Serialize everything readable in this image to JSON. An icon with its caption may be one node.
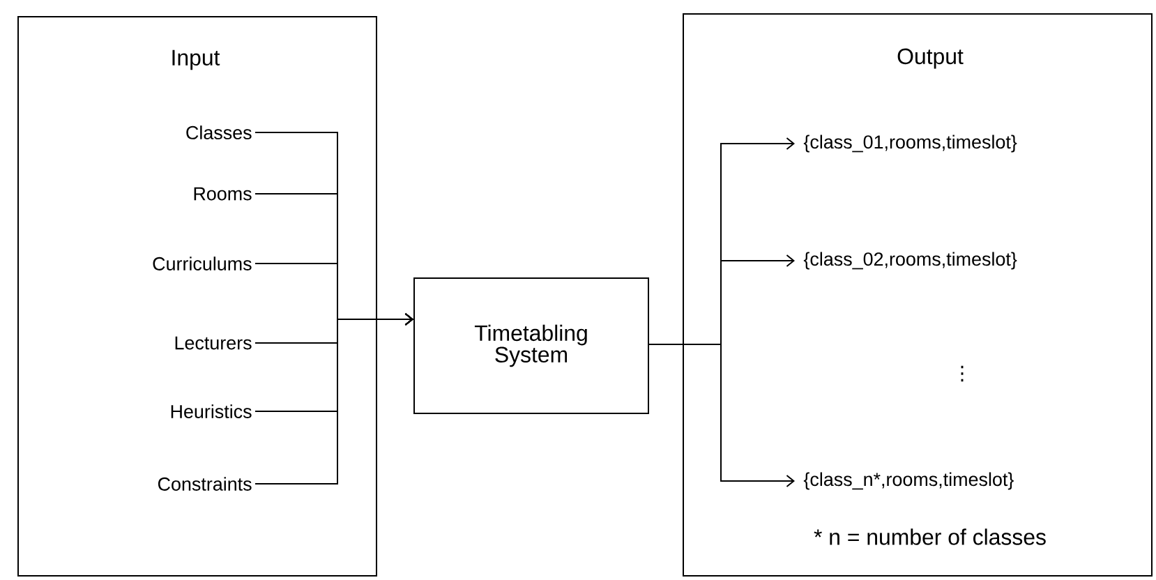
{
  "diagram": {
    "nodes": [
      {
        "text": [
          "Input"
        ]
      },
      {
        "text": [
          "Classes"
        ],
        "in": 0
      },
      {
        "text": [
          "Rooms"
        ],
        "in": 0
      },
      {
        "text": [
          "Curriculums"
        ],
        "in": 0
      },
      {
        "text": [
          "Lecturers"
        ],
        "in": 0
      },
      {
        "text": [
          "Heuristics"
        ],
        "in": 0
      },
      {
        "text": [
          "Constraints"
        ],
        "in": 0
      },
      {
        "text": [
          "Timetabling System"
        ]
      },
      {
        "text": [
          "Output"
        ]
      },
      {
        "text": [
          "{class_01,rooms,timeslot}"
        ],
        "in": 8
      },
      {
        "text": [
          "{class_02,rooms,timeslot}"
        ],
        "in": 8
      },
      {
        "text": [
          "{class_n*,rooms,timeslot}"
        ],
        "in": 8
      }
    ],
    "edges": [
      {
        "from": 1,
        "to": 7,
        "arrow": "to"
      },
      {
        "from": 2,
        "to": 7,
        "arrow": "to"
      },
      {
        "from": 3,
        "to": 7,
        "arrow": "to"
      },
      {
        "from": 4,
        "to": 7,
        "arrow": "to"
      },
      {
        "from": 5,
        "to": 7,
        "arrow": "to"
      },
      {
        "from": 6,
        "to": 7,
        "arrow": "to"
      },
      {
        "from": 7,
        "to": 9,
        "arrow": "to"
      },
      {
        "from": 7,
        "to": 10,
        "arrow": "to"
      },
      {
        "from": 7,
        "to": 11,
        "arrow": "to"
      }
    ],
    "labels": [
      "⋮",
      "* n = number of classes"
    ]
  }
}
